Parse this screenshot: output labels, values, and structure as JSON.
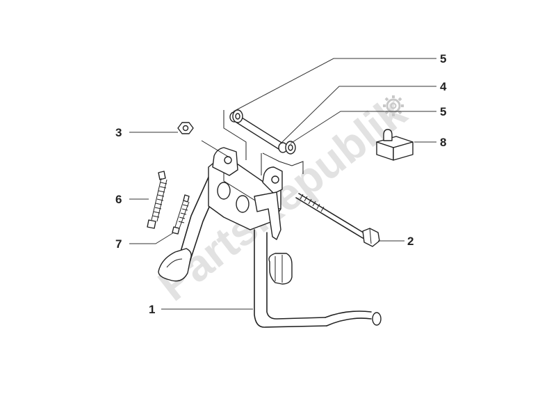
{
  "watermark": {
    "text": "PartsRepublik"
  },
  "callouts": {
    "c1": "1",
    "c2": "2",
    "c3": "3",
    "c4": "4",
    "c5a": "5",
    "c5b": "5",
    "c6": "6",
    "c7": "7",
    "c8": "8"
  },
  "icons": {
    "watermark_gear": "gear-icon"
  }
}
